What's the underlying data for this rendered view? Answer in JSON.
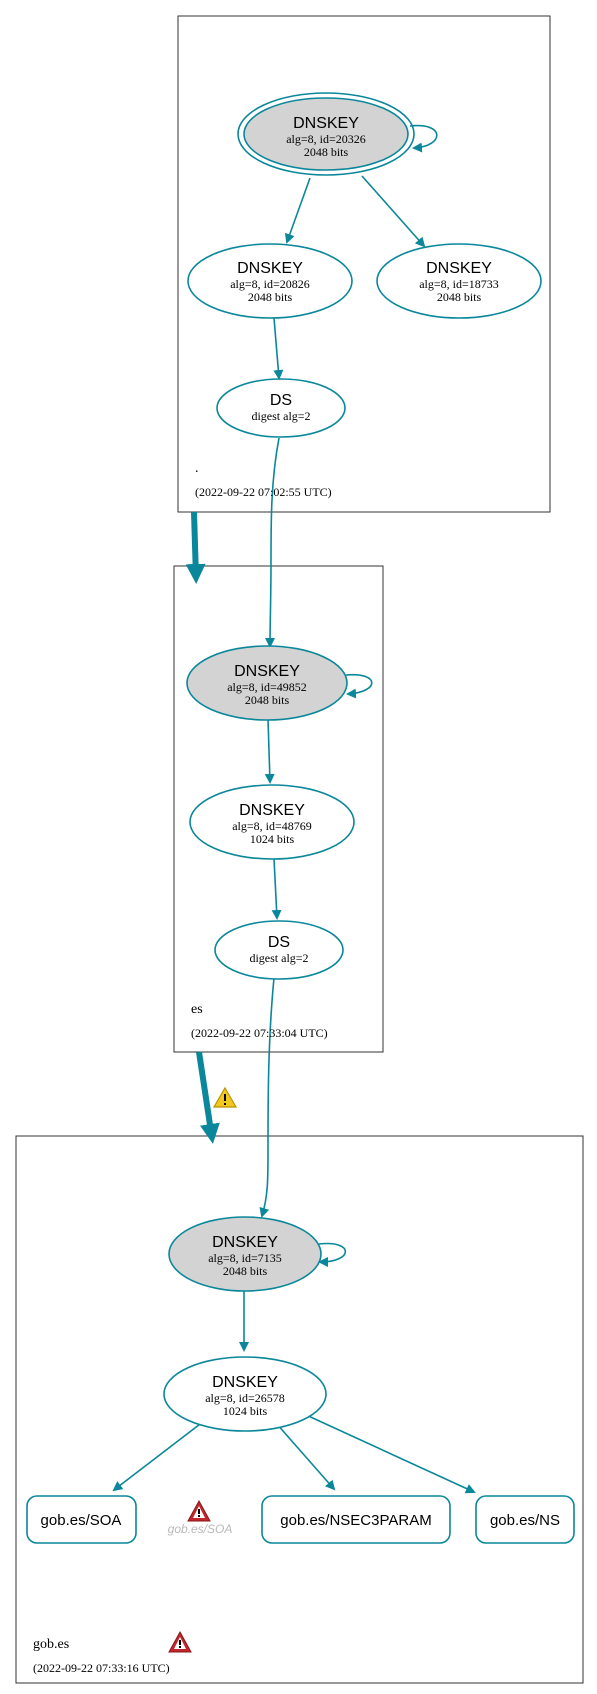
{
  "zones": {
    "root": {
      "name": ".",
      "timestamp": "(2022-09-22 07:02:55 UTC)"
    },
    "es": {
      "name": "es",
      "timestamp": "(2022-09-22 07:33:04 UTC)"
    },
    "gob_es": {
      "name": "gob.es",
      "timestamp": "(2022-09-22 07:33:16 UTC)"
    }
  },
  "nodes": {
    "root_ksk": {
      "type": "DNSKEY",
      "line1": "alg=8, id=20326",
      "line2": "2048 bits"
    },
    "root_zsk1": {
      "type": "DNSKEY",
      "line1": "alg=8, id=20826",
      "line2": "2048 bits"
    },
    "root_zsk2": {
      "type": "DNSKEY",
      "line1": "alg=8, id=18733",
      "line2": "2048 bits"
    },
    "root_ds": {
      "type": "DS",
      "line1": "digest alg=2"
    },
    "es_ksk": {
      "type": "DNSKEY",
      "line1": "alg=8, id=49852",
      "line2": "2048 bits"
    },
    "es_zsk": {
      "type": "DNSKEY",
      "line1": "alg=8, id=48769",
      "line2": "1024 bits"
    },
    "es_ds": {
      "type": "DS",
      "line1": "digest alg=2"
    },
    "gob_ksk": {
      "type": "DNSKEY",
      "line1": "alg=8, id=7135",
      "line2": "2048 bits"
    },
    "gob_zsk": {
      "type": "DNSKEY",
      "line1": "alg=8, id=26578",
      "line2": "1024 bits"
    },
    "gob_soa": {
      "label": "gob.es/SOA"
    },
    "gob_soa_missing": {
      "label": "gob.es/SOA"
    },
    "gob_nsec3param": {
      "label": "gob.es/NSEC3PARAM"
    },
    "gob_ns": {
      "label": "gob.es/NS"
    }
  },
  "colors": {
    "edge": "#0a879a",
    "ksk_fill": "#d3d3d3",
    "warning": "#f2c81e",
    "error": "#c0282d",
    "zone_border": "#333333"
  },
  "icons": {
    "delegation_warning": "warning-icon",
    "soa_error": "error-icon",
    "zone_error": "error-icon"
  }
}
